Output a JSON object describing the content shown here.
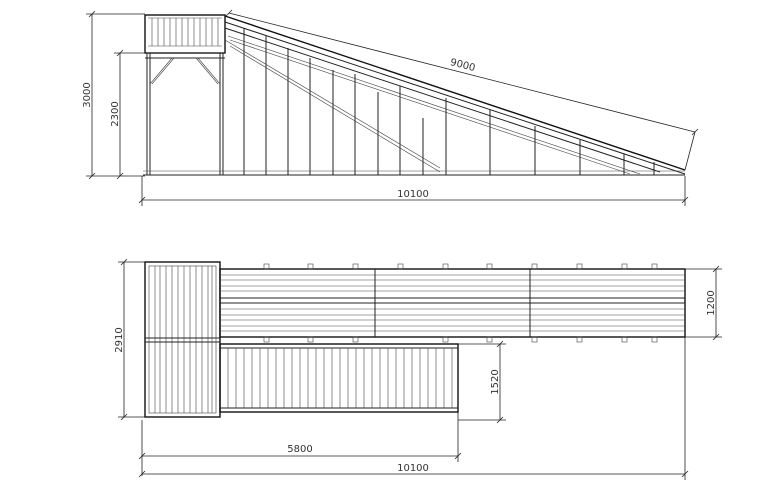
{
  "side_view": {
    "dim_total_height": "3000",
    "dim_platform_height": "2300",
    "dim_slope_length": "9000",
    "dim_total_length": "10100"
  },
  "plan_view": {
    "dim_total_width": "2910",
    "dim_slide_width": "1200",
    "dim_stair_width": "1520",
    "dim_stair_length": "5800",
    "dim_total_length": "10100"
  }
}
